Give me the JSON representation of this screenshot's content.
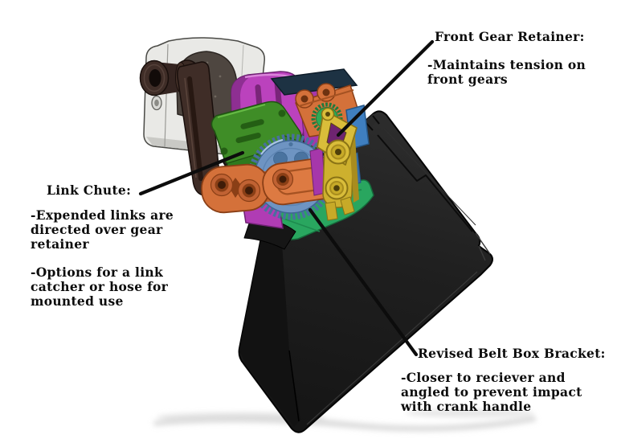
{
  "annotations": {
    "front_gear_retainer": {
      "title": "Front Gear Retainer:",
      "body": "-Maintains tension on\nfront gears"
    },
    "link_chute": {
      "title": "Link Chute:",
      "body1": "-Expended links are\ndirected over gear\nretainer",
      "body2": "-Options for a link\ncatcher or hose for\nmounted use"
    },
    "belt_box_bracket": {
      "title": "Revised Belt Box Bracket:",
      "body": "-Closer to reciever and\nangled to prevent impact\nwith crank handle"
    }
  },
  "colors": {
    "background": "#ffffff",
    "annotation_text": "#0c0c0c",
    "leader_line": "#0c0c0c",
    "belt_box": "#212121",
    "belt_box_dark": "#121212",
    "clamp_gray": "#e9e9e6",
    "crank_brown": "#3f2d27",
    "receiver_black": "#27201c",
    "housing_magenta": "#bb42bd",
    "chute_green": "#3f8d27",
    "links_orange": "#d4713a",
    "gear_blue": "#6e94c2",
    "retainer_yellow": "#d9bd3a",
    "bracket_teal": "#29a65f",
    "idler_green": "#2fa855",
    "block_blue": "#3f7fc0",
    "plate_navy": "#1d3243",
    "shadow_gray": "#d2d2d2"
  }
}
